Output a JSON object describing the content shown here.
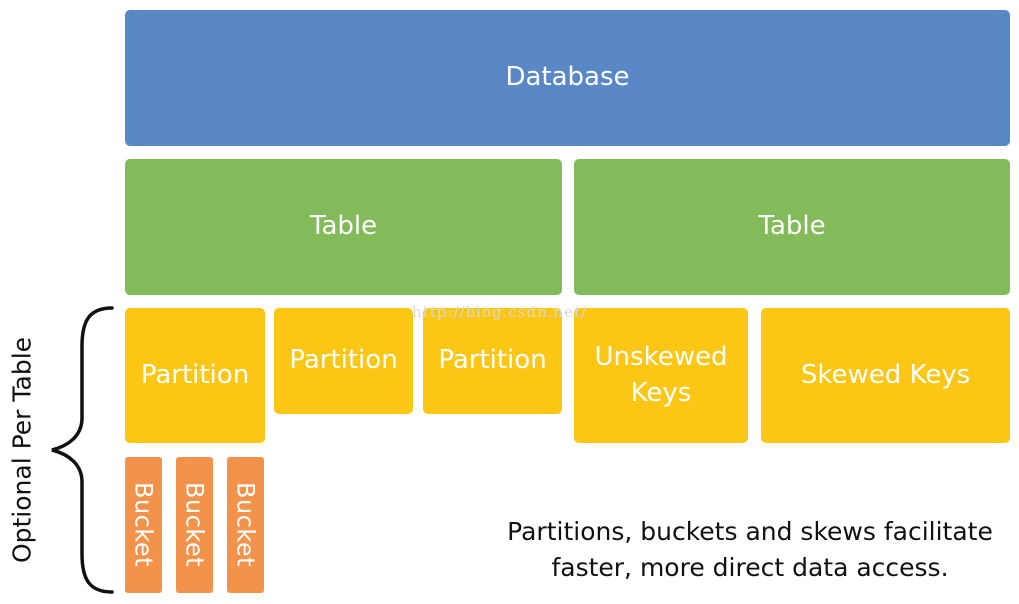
{
  "database": {
    "label": "Database"
  },
  "tables": [
    {
      "label": "Table"
    },
    {
      "label": "Table"
    }
  ],
  "partitions": [
    {
      "label": "Partition"
    },
    {
      "label": "Partition"
    },
    {
      "label": "Partition"
    }
  ],
  "skew": {
    "unskewed_label": "Unskewed Keys",
    "skewed_label": "Skewed Keys"
  },
  "buckets": [
    {
      "label": "Bucket"
    },
    {
      "label": "Bucket"
    },
    {
      "label": "Bucket"
    }
  ],
  "side_label": "Optional Per Table",
  "caption": {
    "line1": "Partitions, buckets and skews facilitate",
    "line2": "faster, more direct data access."
  },
  "watermark": "http://blog.csdn.net/",
  "colors": {
    "database": "#5a88c6",
    "table": "#84bb5a",
    "partition": "#fcc714",
    "bucket": "#f3924a"
  }
}
